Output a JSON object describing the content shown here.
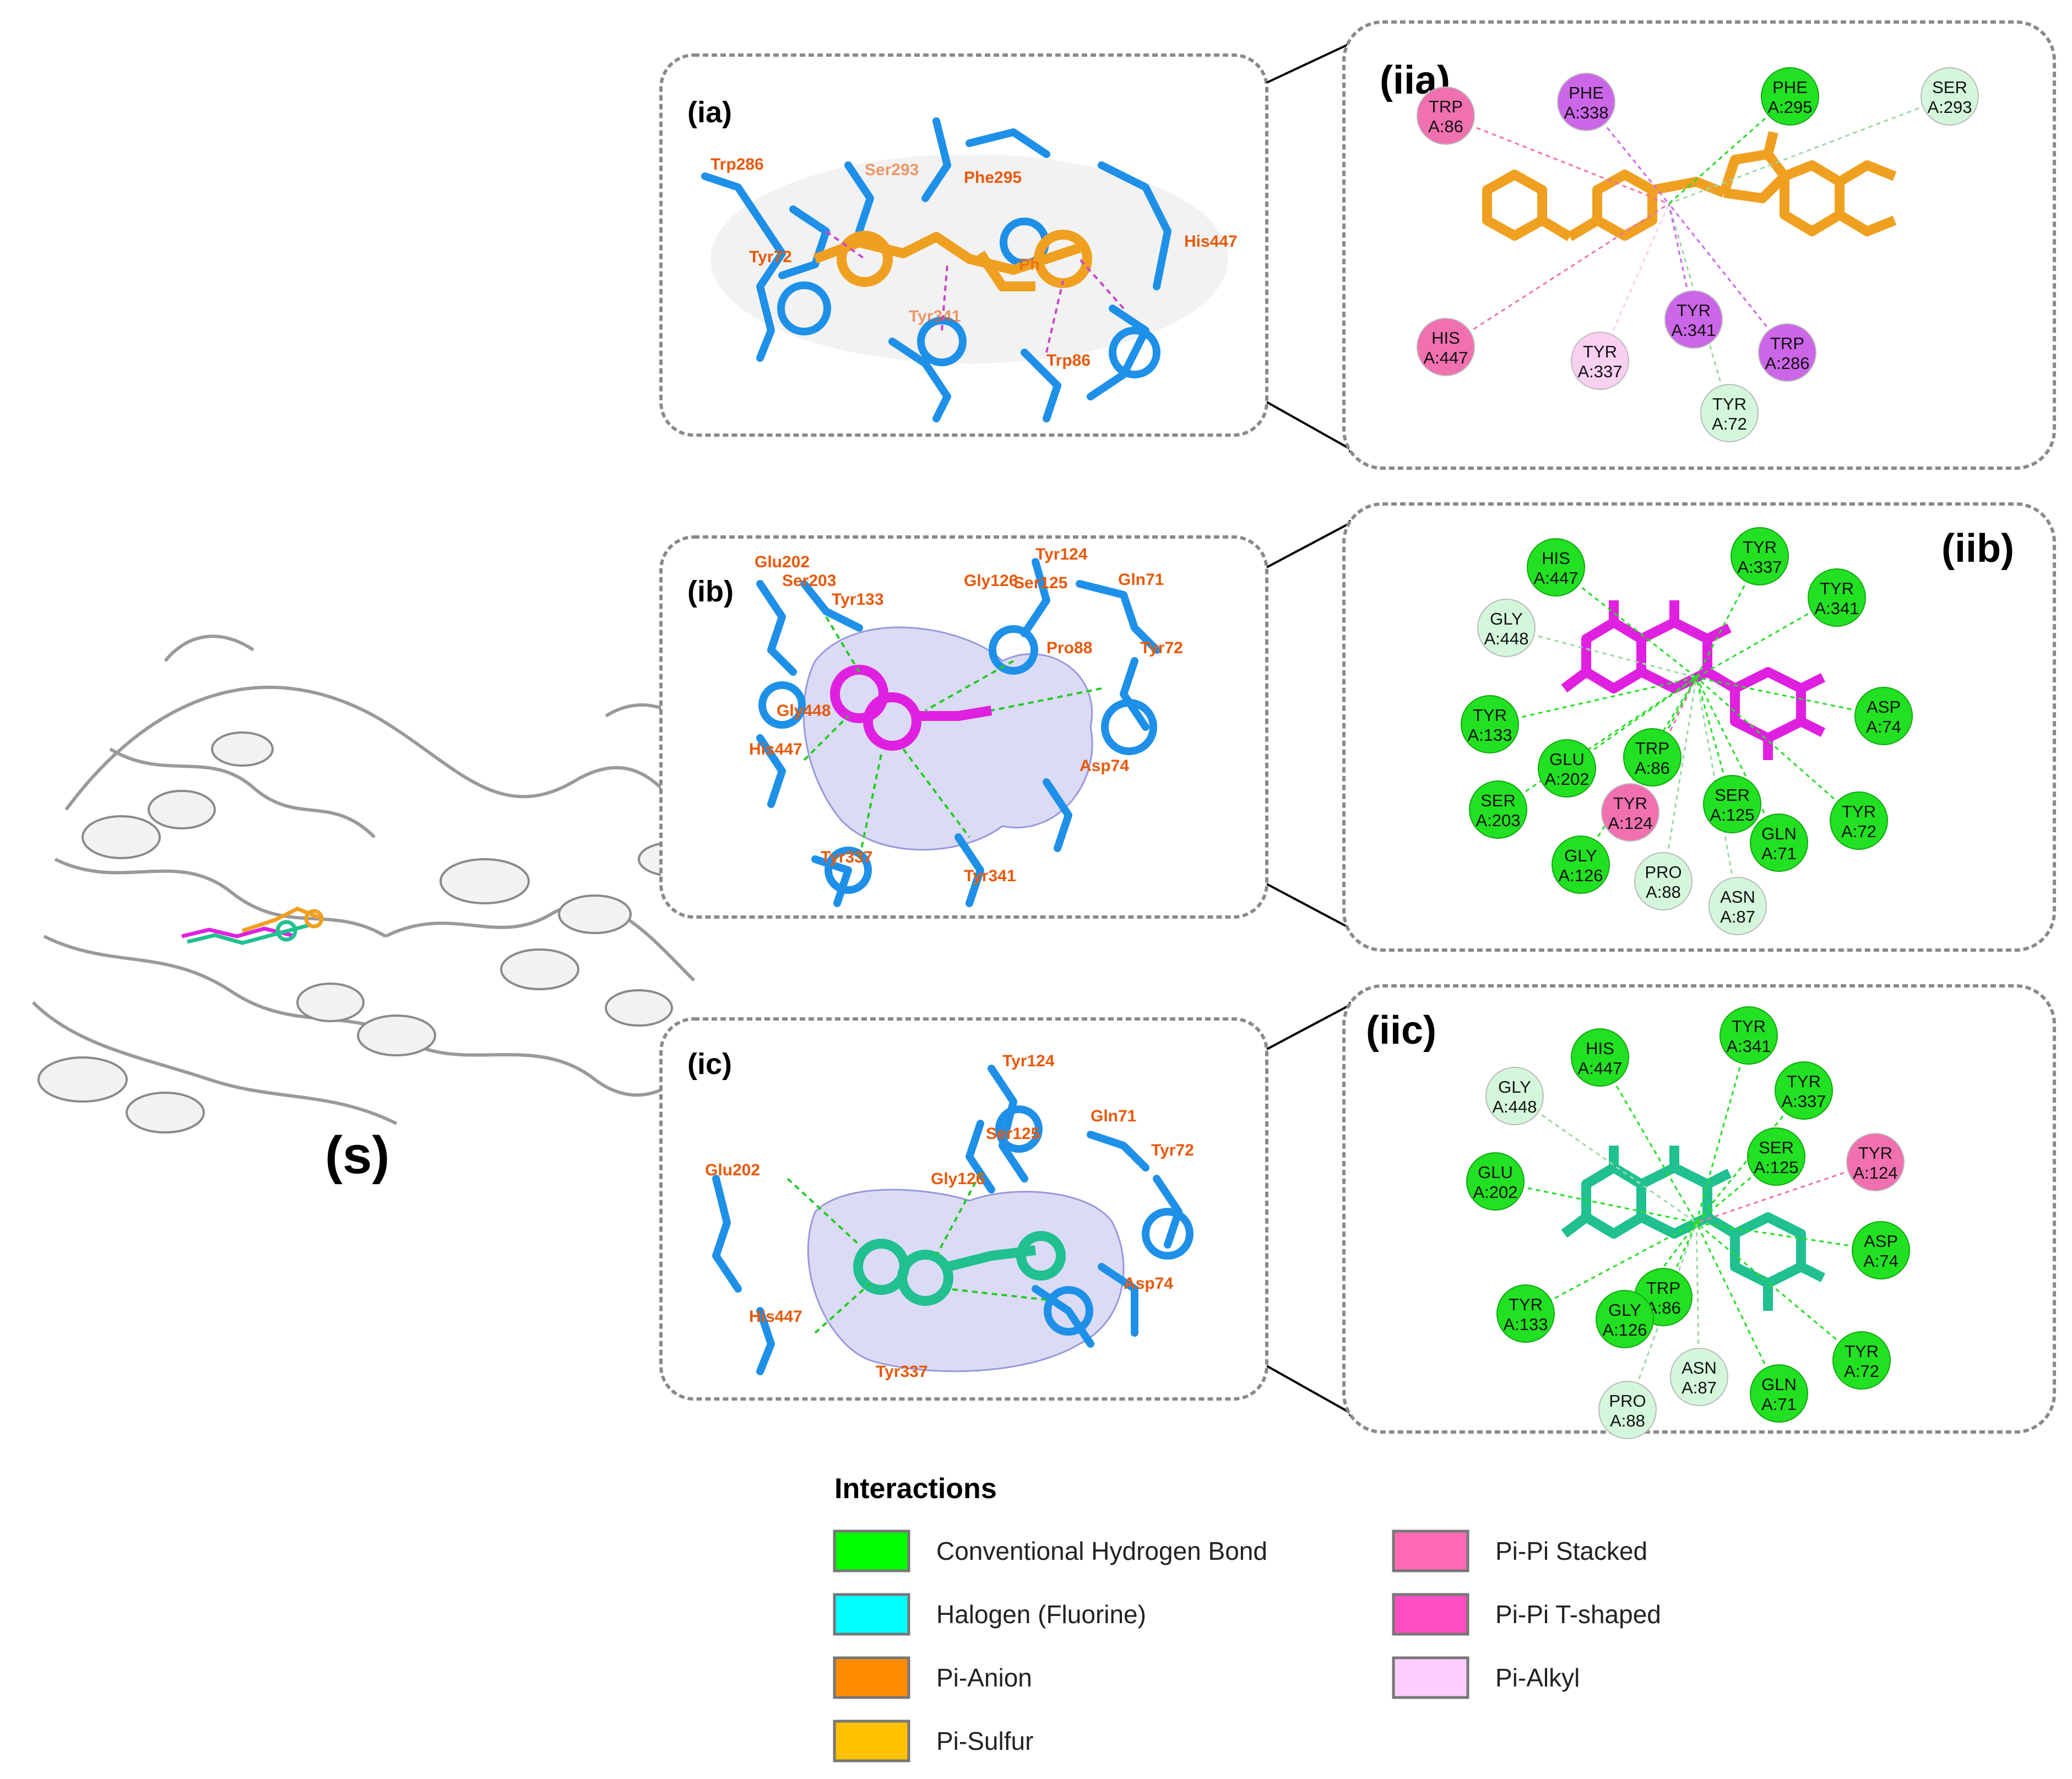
{
  "figure": {
    "complex_label": "(s)",
    "panels_3d": [
      {
        "id": "ia",
        "label": "(ia)",
        "ligand_color": "#f0a020",
        "residues": [
          "Trp286",
          "Ser293",
          "Phe295",
          "His447",
          "Tyr72",
          "Tyr341",
          "Trp86",
          "Ph"
        ]
      },
      {
        "id": "ib",
        "label": "(ib)",
        "ligand_color": "#e020e0",
        "residues": [
          "Glu202",
          "Ser203",
          "Tyr133",
          "Gly126",
          "Tyr124",
          "Ser125",
          "Gln71",
          "Tyr72",
          "Pro88",
          "Gly448",
          "His447",
          "Asp74",
          "Tyr337",
          "Tyr341"
        ]
      },
      {
        "id": "ic",
        "label": "(ic)",
        "ligand_color": "#20c090",
        "residues": [
          "Tyr124",
          "Ser125",
          "Gln71",
          "Tyr72",
          "Glu202",
          "Gly126",
          "Asp74",
          "His447",
          "Tyr337"
        ]
      }
    ],
    "panels_2d": [
      {
        "id": "iia",
        "label": "(iia)",
        "ligand_color": "#f0a020",
        "nodes": [
          {
            "name": "TRP",
            "num": "A:86",
            "type": "pi-pi-stacked"
          },
          {
            "name": "PHE",
            "num": "A:338",
            "type": "pi-pi-tshaped"
          },
          {
            "name": "PHE",
            "num": "A:295",
            "type": "h-bond"
          },
          {
            "name": "SER",
            "num": "A:293",
            "type": "carbon-h"
          },
          {
            "name": "HIS",
            "num": "A:447",
            "type": "pi-pi-stacked"
          },
          {
            "name": "TYR",
            "num": "A:337",
            "type": "pi-alkyl"
          },
          {
            "name": "TYR",
            "num": "A:341",
            "type": "pi-pi-tshaped"
          },
          {
            "name": "TRP",
            "num": "A:286",
            "type": "pi-pi-tshaped"
          },
          {
            "name": "TYR",
            "num": "A:72",
            "type": "carbon-h"
          }
        ]
      },
      {
        "id": "iib",
        "label": "(iib)",
        "ligand_color": "#e020e0",
        "nodes": [
          {
            "name": "HIS",
            "num": "A:447",
            "type": "h-bond"
          },
          {
            "name": "TYR",
            "num": "A:337",
            "type": "h-bond"
          },
          {
            "name": "TYR",
            "num": "A:341",
            "type": "h-bond"
          },
          {
            "name": "GLY",
            "num": "A:448",
            "type": "carbon-h"
          },
          {
            "name": "ASP",
            "num": "A:74",
            "type": "h-bond"
          },
          {
            "name": "TYR",
            "num": "A:133",
            "type": "h-bond"
          },
          {
            "name": "TRP",
            "num": "A:86",
            "type": "h-bond"
          },
          {
            "name": "GLU",
            "num": "A:202",
            "type": "h-bond"
          },
          {
            "name": "SER",
            "num": "A:203",
            "type": "h-bond"
          },
          {
            "name": "TYR",
            "num": "A:124",
            "type": "pi-pi-stacked"
          },
          {
            "name": "SER",
            "num": "A:125",
            "type": "h-bond"
          },
          {
            "name": "TYR",
            "num": "A:72",
            "type": "h-bond"
          },
          {
            "name": "GLN",
            "num": "A:71",
            "type": "h-bond"
          },
          {
            "name": "GLY",
            "num": "A:126",
            "type": "h-bond"
          },
          {
            "name": "PRO",
            "num": "A:88",
            "type": "carbon-h"
          },
          {
            "name": "ASN",
            "num": "A:87",
            "type": "carbon-h"
          }
        ]
      },
      {
        "id": "iic",
        "label": "(iic)",
        "ligand_color": "#20c090",
        "nodes": [
          {
            "name": "TYR",
            "num": "A:341",
            "type": "h-bond"
          },
          {
            "name": "HIS",
            "num": "A:447",
            "type": "h-bond"
          },
          {
            "name": "GLY",
            "num": "A:448",
            "type": "carbon-h"
          },
          {
            "name": "TYR",
            "num": "A:337",
            "type": "h-bond"
          },
          {
            "name": "SER",
            "num": "A:125",
            "type": "h-bond"
          },
          {
            "name": "TYR",
            "num": "A:124",
            "type": "pi-pi-stacked"
          },
          {
            "name": "GLU",
            "num": "A:202",
            "type": "h-bond"
          },
          {
            "name": "ASP",
            "num": "A:74",
            "type": "h-bond"
          },
          {
            "name": "TRP",
            "num": "A:86",
            "type": "h-bond"
          },
          {
            "name": "TYR",
            "num": "A:133",
            "type": "h-bond"
          },
          {
            "name": "GLY",
            "num": "A:126",
            "type": "h-bond"
          },
          {
            "name": "TYR",
            "num": "A:72",
            "type": "h-bond"
          },
          {
            "name": "ASN",
            "num": "A:87",
            "type": "carbon-h"
          },
          {
            "name": "GLN",
            "num": "A:71",
            "type": "h-bond"
          },
          {
            "name": "PRO",
            "num": "A:88",
            "type": "carbon-h"
          }
        ]
      }
    ],
    "legend": {
      "title": "Interactions",
      "items": [
        {
          "label": "Conventional Hydrogen Bond",
          "color": "#00ff00"
        },
        {
          "label": "Halogen (Fluorine)",
          "color": "#00ffff"
        },
        {
          "label": "Pi-Anion",
          "color": "#ff8c00"
        },
        {
          "label": "Pi-Sulfur",
          "color": "#ffc000"
        },
        {
          "label": "Pi-Pi Stacked",
          "color": "#ff69b4"
        },
        {
          "label": "Pi-Pi T-shaped",
          "color": "#ff4fc0"
        },
        {
          "label": "Pi-Alkyl",
          "color": "#ffccff"
        }
      ]
    },
    "node_colors": {
      "h-bond": "#22e022",
      "carbon-h": "#d4f7dc",
      "pi-pi-stacked": "#f070b0",
      "pi-pi-tshaped": "#cc66e8",
      "pi-alkyl": "#f8d0f0"
    }
  }
}
